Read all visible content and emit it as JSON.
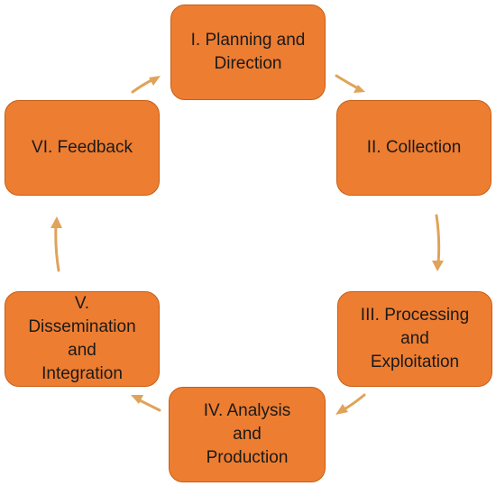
{
  "cycle": {
    "stages": [
      {
        "lines": [
          "I. Planning and",
          "Direction"
        ]
      },
      {
        "lines": [
          "II. Collection"
        ]
      },
      {
        "lines": [
          "III. Processing",
          "and",
          "Exploitation"
        ]
      },
      {
        "lines": [
          "IV. Analysis",
          "and",
          "Production"
        ]
      },
      {
        "lines": [
          "V.",
          "Dissemination",
          "and",
          "Integration"
        ]
      },
      {
        "lines": [
          "VI. Feedback"
        ]
      }
    ]
  },
  "colors": {
    "box_fill": "#ed7d31",
    "box_border": "#c85f14",
    "arrow": "#e0a35a"
  }
}
